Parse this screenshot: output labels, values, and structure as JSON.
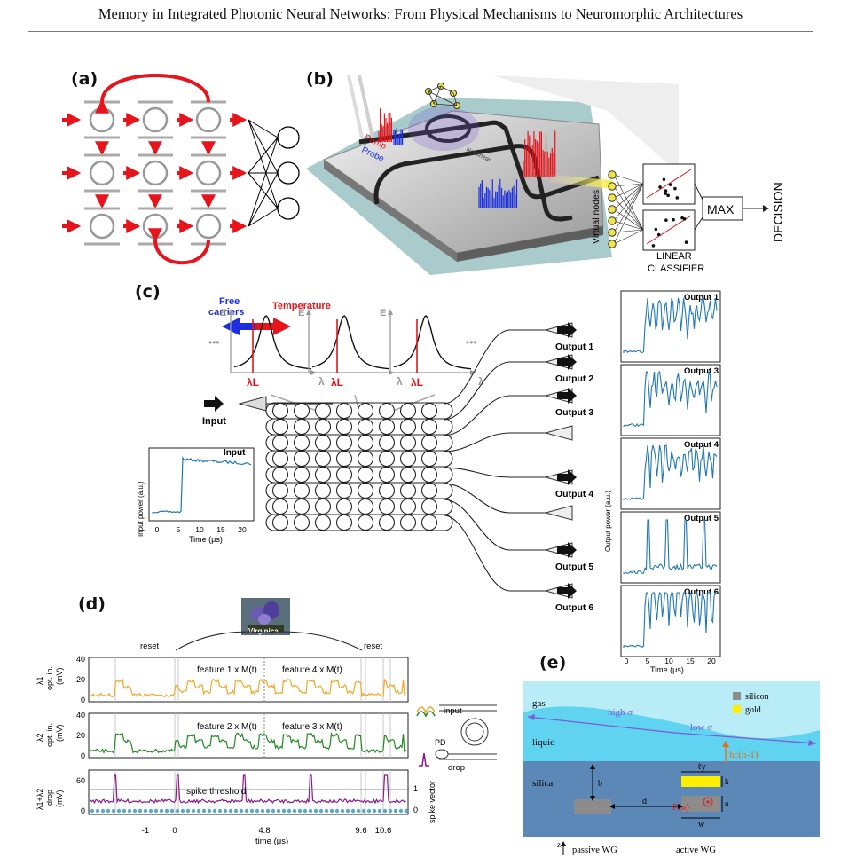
{
  "header": {
    "title": "Memory in Integrated Photonic Neural Networks: From Physical Mechanisms to Neuromorphic Architectures"
  },
  "panels": {
    "a": "(a)",
    "b": "(b)",
    "c": "(c)",
    "d": "(d)",
    "e": "(e)"
  },
  "panel_b": {
    "pump": "Pump",
    "probe": "Probe",
    "chip_text": "Nonlinear",
    "virtual_nodes": "Virtual nodes",
    "classifier": "LINEAR\nCLASSIFIER",
    "classifier_l1": "LINEAR",
    "classifier_l2": "CLASSIFIER",
    "max": "MAX",
    "decision": "DECISION",
    "colors": {
      "pump": "#e8141b",
      "probe": "#1b2fe0",
      "substrate": "#a9cbcc"
    }
  },
  "panel_c": {
    "free_carriers": "Free carriers",
    "free": "Free",
    "carriers": "carriers",
    "temperature": "Temperature",
    "energy_axis": "E",
    "wavelength_axis": "λ",
    "lambda_L": "λL",
    "ellipsis": "•••",
    "input_label": "Input",
    "outputs": [
      "Output 1",
      "Output 2",
      "Output 3",
      "Output 4",
      "Output 5",
      "Output 6"
    ],
    "input_plot": {
      "title": "Input",
      "ylabel": "Input power (a.u.)",
      "xlabel": "Time (μs)",
      "xticks": [
        "0",
        "5",
        "10",
        "15",
        "20"
      ]
    },
    "output_plots": {
      "titles": [
        "Output 1",
        "Output 3",
        "Output 4",
        "Output 5",
        "Output 6"
      ],
      "ylabel": "Output power (a.u.)",
      "xlabel": "Time (μs)",
      "xticks": [
        "0",
        "5",
        "10",
        "15",
        "20"
      ]
    },
    "trace_color": "#1f77b4"
  },
  "panel_d": {
    "flower_label": "Virginica",
    "reset_left": "reset",
    "reset_right": "reset",
    "row1": {
      "ylabel_1": "λ1",
      "ylabel_2": "opt. in.",
      "ylabel_3": "(mV)",
      "yticks": [
        "40",
        "20",
        "0"
      ],
      "ann_left": "feature 1 x M(t)",
      "ann_right": "feature 4 x M(t)",
      "color": "#f5a623"
    },
    "row2": {
      "ylabel_1": "λ2",
      "ylabel_2": "opt. in.",
      "ylabel_3": "(mV)",
      "yticks": [
        "40",
        "20",
        "0"
      ],
      "ann_left": "feature 2 x M(t)",
      "ann_right": "feature 3 x M(t)",
      "color": "#1f8a1f"
    },
    "row3": {
      "ylabel_1": "λ1+λ2",
      "ylabel_2": "drop",
      "ylabel_3": "(mV)",
      "yticks": [
        "60",
        "0"
      ],
      "ann": "spike threshold",
      "right_label": "spike vector",
      "right_ticks": [
        "1",
        "0"
      ],
      "color": "#8b1a8b"
    },
    "xticks": [
      "-1",
      "0",
      "4.8",
      "9.6",
      "10.6"
    ],
    "xlabel": "time (μs)",
    "device": {
      "input": "input",
      "pd": "PD",
      "drop": "drop"
    }
  },
  "panel_e": {
    "gas": "gas",
    "liquid": "liquid",
    "silica": "silica",
    "legend_silicon": "silicon",
    "legend_gold": "gold",
    "high_sigma": "high σ",
    "low_sigma": "low σ",
    "hc": "hc(n-1)",
    "P": "P(n)",
    "ly": "ℓy",
    "k": "k",
    "u": "u",
    "w": "w",
    "b": "b",
    "d": "d",
    "z": "z",
    "passive": "passive WG",
    "active": "active WG",
    "colors": {
      "gas": "#b8ecf6",
      "liquid": "#5fd3ef",
      "silica": "#5c88b8",
      "silicon": "#8c8c8c",
      "gold": "#ffee00"
    }
  }
}
